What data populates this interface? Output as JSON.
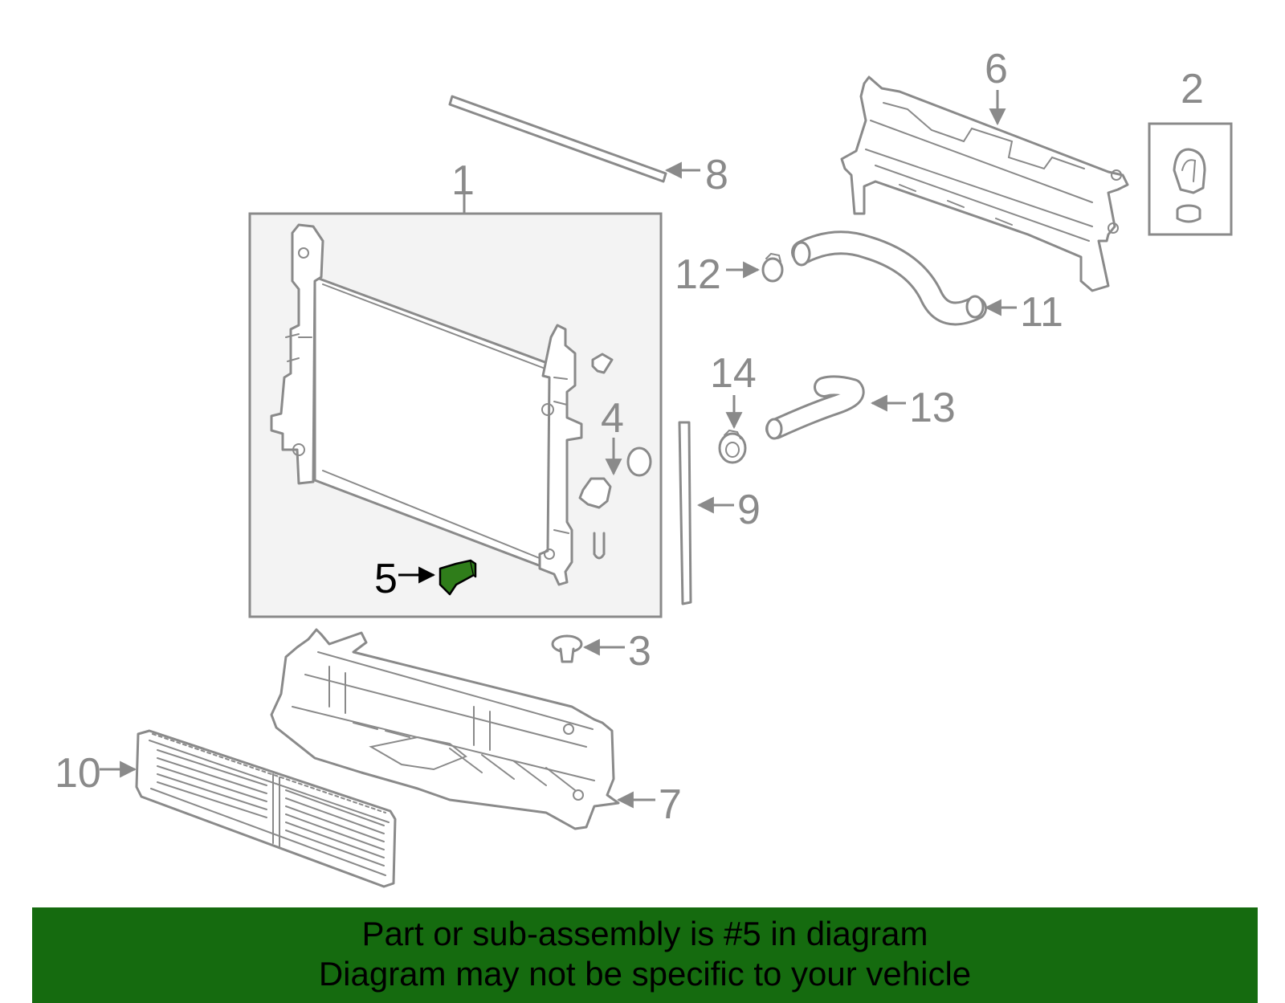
{
  "colors": {
    "highlight_part": "#2f7d1a",
    "banner_bg": "#156b0f",
    "part_line": "#8a8a8a",
    "callout_highlight": "#000000"
  },
  "callouts": {
    "c1": "1",
    "c2": "2",
    "c3": "3",
    "c4": "4",
    "c5": "5",
    "c6": "6",
    "c7": "7",
    "c8": "8",
    "c9": "9",
    "c10": "10",
    "c11": "11",
    "c12": "12",
    "c13": "13",
    "c14": "14"
  },
  "highlighted_part": "5",
  "banner": {
    "line1": "Part or sub-assembly is #5 in diagram",
    "line2": "Diagram may not be specific to your vehicle"
  }
}
